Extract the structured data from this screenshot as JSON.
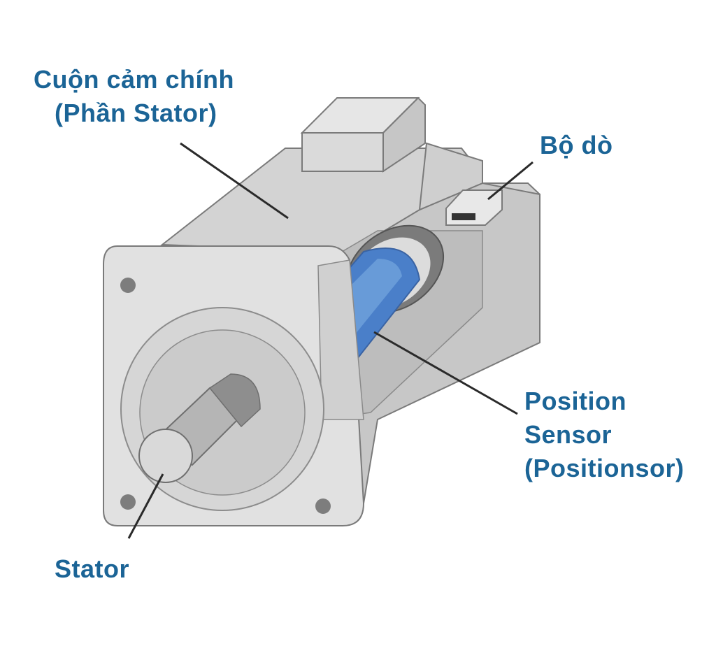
{
  "colors": {
    "label": "#1b6496",
    "housing_light": "#e1e1e1",
    "housing_mid": "#cdcdcd",
    "housing_dark": "#b8b8b8",
    "outline": "#7a7a7a",
    "rotor_blue": "#4a7fc9",
    "rotor_light": "#8cbcec",
    "ring_red": "#e0586c",
    "leader_line": "#2a2a2a"
  },
  "labels": {
    "main_winding": [
      "Cuộn cảm chính",
      "(Phần Stator)"
    ],
    "detector": "Bộ dò",
    "position_sensor": [
      "Position",
      "Sensor",
      "(Positionsor)"
    ],
    "stator": "Stator"
  }
}
